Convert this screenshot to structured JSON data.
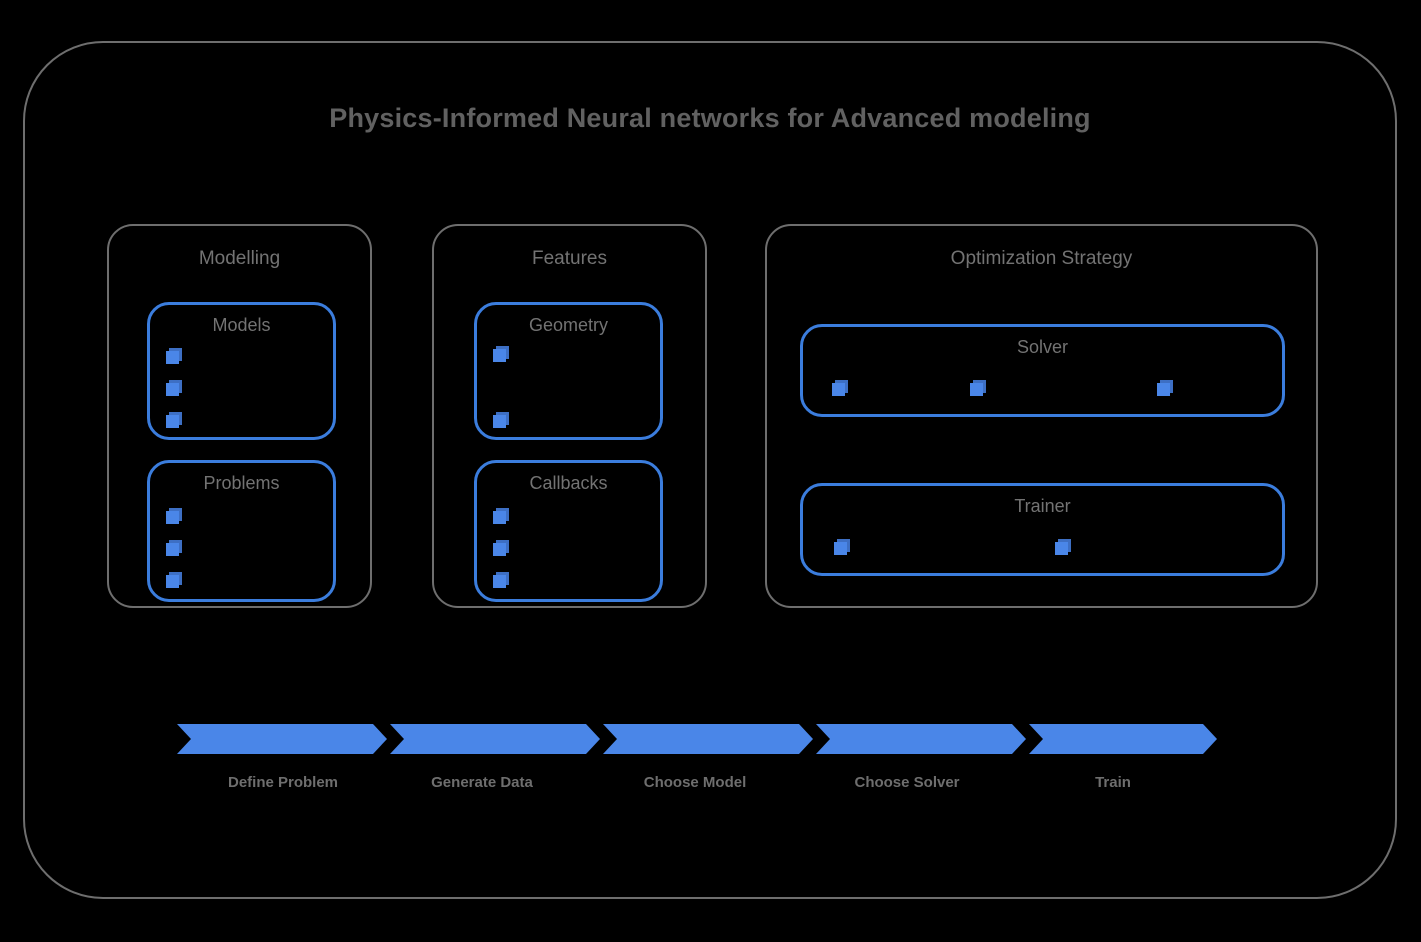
{
  "diagram": {
    "title": "Physics-Informed Neural networks for Advanced modeling",
    "frame_border_color": "#6e6e6e",
    "accent_color": "#4a86e8",
    "background_color": "#000000",
    "title_color": "#616161"
  },
  "sections": [
    {
      "name": "modelling",
      "title": "Modelling",
      "boxes": [
        {
          "name": "models",
          "title": "Models",
          "bullet_count": 3,
          "layout": "vertical"
        },
        {
          "name": "problems",
          "title": "Problems",
          "bullet_count": 3,
          "layout": "vertical"
        }
      ]
    },
    {
      "name": "features",
      "title": "Features",
      "boxes": [
        {
          "name": "geometry",
          "title": "Geometry",
          "bullet_count": 2,
          "layout": "vertical"
        },
        {
          "name": "callbacks",
          "title": "Callbacks",
          "bullet_count": 3,
          "layout": "vertical"
        }
      ]
    },
    {
      "name": "optimization",
      "title": "Optimization Strategy",
      "boxes": [
        {
          "name": "solver",
          "title": "Solver",
          "bullet_count": 3,
          "layout": "horizontal"
        },
        {
          "name": "trainer",
          "title": "Trainer",
          "bullet_count": 2,
          "layout": "horizontal"
        }
      ]
    }
  ],
  "workflow": {
    "steps": [
      {
        "label": "Define Problem"
      },
      {
        "label": "Generate Data"
      },
      {
        "label": "Choose Model"
      },
      {
        "label": "Choose Solver"
      },
      {
        "label": "Train"
      }
    ],
    "arrow_color": "#4a86e8",
    "label_color": "#6e6e6e"
  }
}
